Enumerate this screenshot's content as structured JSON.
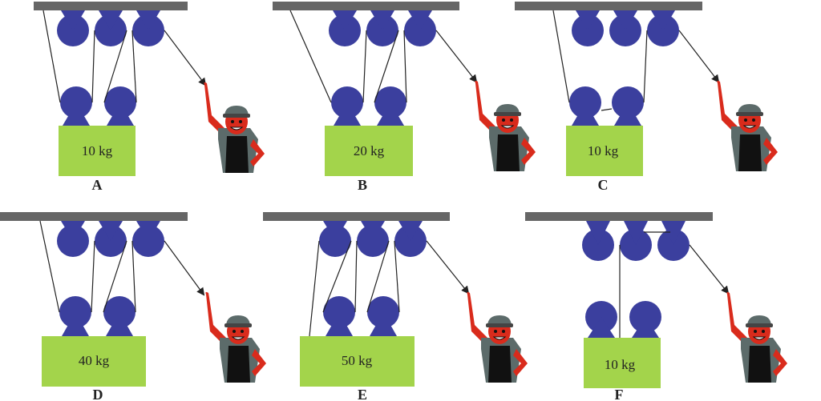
{
  "colors": {
    "ceiling": "#666666",
    "pulley": "#3b3f9e",
    "mass": "#a3d44b",
    "rope": "#222222",
    "worker_skin": "#d92b1c",
    "worker_shirt": "#5c6b6a",
    "worker_overalls": "#111111"
  },
  "panels": [
    {
      "id": "A",
      "label": "A",
      "mass": "10 kg"
    },
    {
      "id": "B",
      "label": "B",
      "mass": "20 kg"
    },
    {
      "id": "C",
      "label": "C",
      "mass": "10 kg"
    },
    {
      "id": "D",
      "label": "D",
      "mass": "40 kg"
    },
    {
      "id": "E",
      "label": "E",
      "mass": "50 kg"
    },
    {
      "id": "F",
      "label": "F",
      "mass": "10 kg"
    }
  ]
}
